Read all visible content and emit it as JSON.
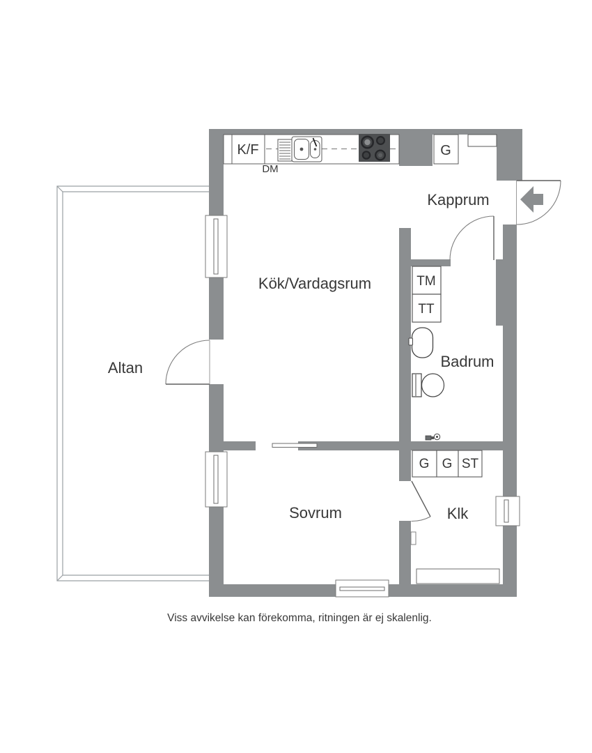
{
  "colors": {
    "wall": "#8b8e90",
    "stove": "#4d4f51",
    "text": "#383838",
    "footer_text": "#4a4a4a"
  },
  "rooms": {
    "kitchen_living": "Kök/Vardagsrum",
    "hall": "Kapprum",
    "terrace": "Altan",
    "bedroom": "Sovrum",
    "bathroom": "Badrum",
    "closet": "Klk"
  },
  "fixtures": {
    "fridge_freezer": "K/F",
    "dishwasher": "DM",
    "hall_wardrobe": "G",
    "washing_machine": "TM",
    "dryer": "TT",
    "wardrobe_1": "G",
    "wardrobe_2": "G",
    "cleaning_cabinet": "ST"
  },
  "footer": {
    "disclaimer": "Viss avvikelse kan förekomma, ritningen är ej skalenlig."
  }
}
